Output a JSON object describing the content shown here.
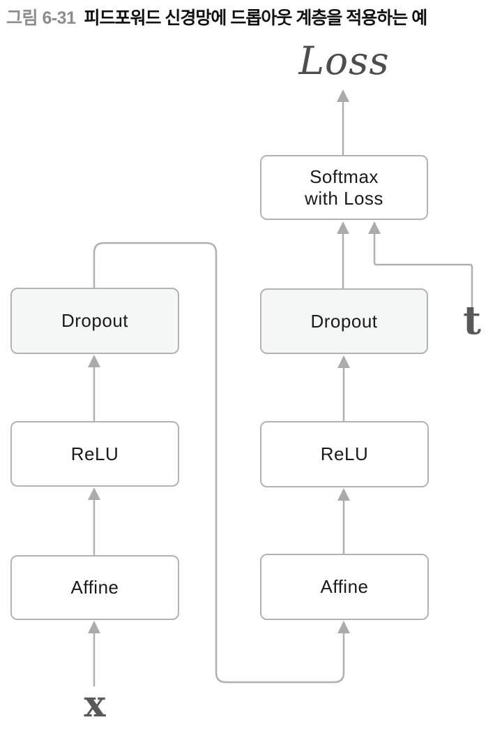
{
  "figure": {
    "label": "그림 6-31",
    "caption": "피드포워드 신경망에 드롭아웃 계층을 적용하는 예"
  },
  "diagram": {
    "output": {
      "loss": "Loss",
      "softmax_line1": "Softmax",
      "softmax_line2": "with Loss"
    },
    "columns": {
      "left": {
        "dropout": "Dropout",
        "relu": "ReLU",
        "affine": "Affine"
      },
      "right": {
        "dropout": "Dropout",
        "relu": "ReLU",
        "affine": "Affine"
      }
    },
    "inputs": {
      "x": "x",
      "t": "t"
    }
  },
  "colors": {
    "box_border": "#b3b3b3",
    "box_fill_white": "#ffffff",
    "box_fill_dropout": "#f5f6f6",
    "line": "#b0b0b0",
    "arrowhead": "#ababab",
    "node_text": "#1a1a1a",
    "math_text": "#595959",
    "loss_text": "#4d4d4d",
    "figure_label": "#8c8c8c",
    "caption_text": "#111111",
    "page_bg": "#ffffff"
  }
}
